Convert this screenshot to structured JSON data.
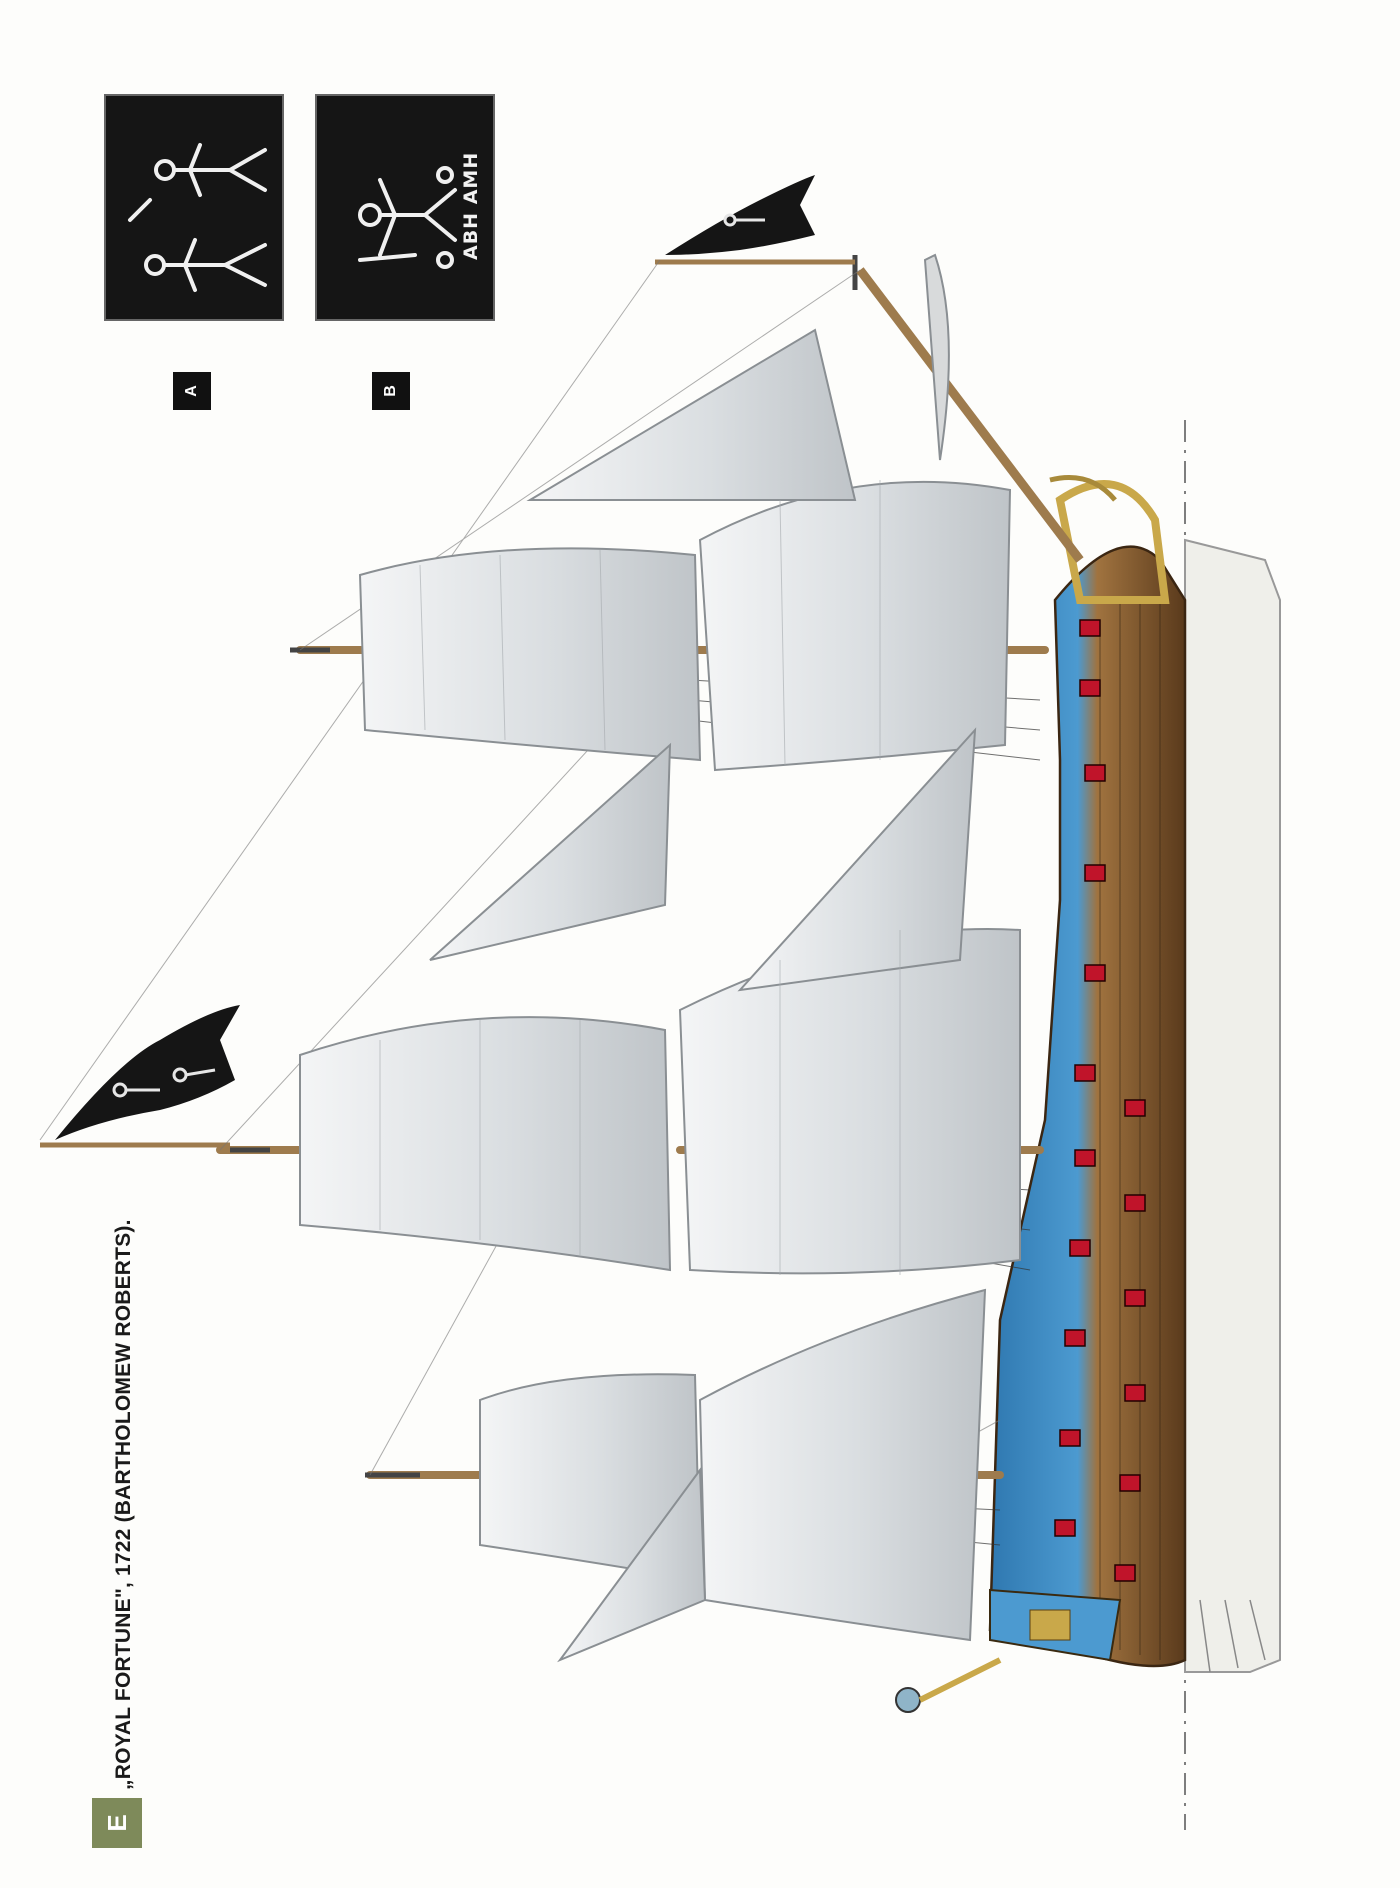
{
  "plate": {
    "letter": "E",
    "title": "„ROYAL FORTUNE\", 1722 (BARTHOLOMEW ROBERTS).",
    "accent_color": "#7e8a5a"
  },
  "flags": [
    {
      "tag": "A"
    },
    {
      "tag": "B",
      "text": "ABH AMH"
    }
  ],
  "colors": {
    "hull_blue": "#3f8cc4",
    "hull_wood": "#9b6a3c",
    "sail": "#dfe2e4",
    "flag_black": "#151515"
  }
}
